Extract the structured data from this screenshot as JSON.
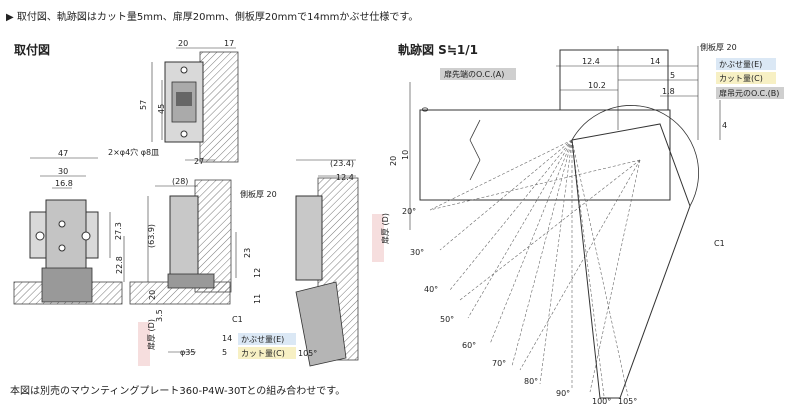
{
  "notes": {
    "top": "▶ 取付図、軌跡図はカット量5mm、扉厚20mm、側板厚20mmで14mmかぶせ仕様です。",
    "bottom": "本図は別売のマウンティングプレート360-P4W-30Tとの組み合わせです。"
  },
  "headings": {
    "mount": "取付図",
    "trajectory": "軌跡図 S≒1/1"
  },
  "mount": {
    "top_dims": [
      "20",
      "17",
      "57",
      "45",
      "27"
    ],
    "hole_note": "2×φ4穴 φ8皿",
    "left_dims": [
      "47",
      "30",
      "16.8",
      "27.3",
      "22.8"
    ],
    "mid_dims": [
      "(28)",
      "(63.9)",
      "23",
      "12",
      "11",
      "3.5",
      "20",
      "φ35",
      "14",
      "5"
    ],
    "side_plate": "側板厚 20",
    "c1": "C1",
    "door_thickness": "扉厚 (D)",
    "overlay": "かぶせ量(E)",
    "cut": "カット量(C)",
    "right_dims": [
      "(23.4)",
      "12.4",
      "105°"
    ]
  },
  "trajectory": {
    "side_plate": "側板厚 20",
    "dims_top": [
      "12.4",
      "14",
      "5",
      "10.2",
      "1.8",
      "0",
      "20",
      "10",
      "4"
    ],
    "door_edge_oc": "扉先端のO.C.(A)",
    "overlay": "かぶせ量(E)",
    "cut": "カット量(C)",
    "door_root_oc": "扉吊元のO.C.(B)",
    "door_thickness": "扉厚 (D)",
    "c1": "C1",
    "angles": [
      "20°",
      "30°",
      "40°",
      "50°",
      "60°",
      "70°",
      "80°",
      "90°",
      "100°",
      "105°"
    ]
  },
  "colors": {
    "highlight_blue": "#dbe8f5",
    "highlight_yellow": "#f7f0c4",
    "highlight_pink": "#f6dede",
    "label_gray": "#cfcfcf",
    "hatch": "#555555"
  }
}
